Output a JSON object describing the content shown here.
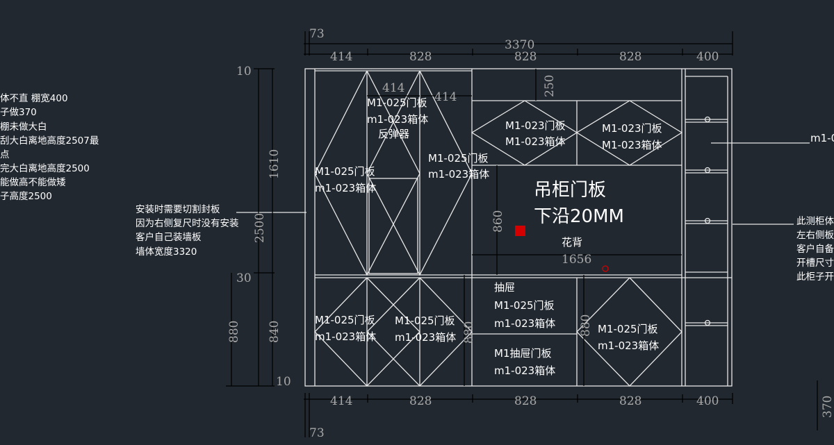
{
  "left_notes": [
    "体不直  棚宽400",
    "子做370",
    "棚未做大白",
    "刮大白离地高度2507最",
    "点",
    "完大白离地高度2500",
    "能做高不能做矮",
    "子高度2500"
  ],
  "install_notes": [
    "安装时需要切割封板",
    "因为右侧复尺时没有安装",
    "客户自己装墙板",
    "墙体宽度3320"
  ],
  "right_notes": [
    "此测柜体",
    "左右侧板",
    "客户自备",
    "开槽尺寸",
    "此柜子开"
  ],
  "right_label": "m1-0",
  "dims_top": {
    "total": "3370",
    "offset": "73",
    "widths": [
      "414",
      "828",
      "828",
      "828",
      "400"
    ],
    "sub1": "414",
    "sub2": "414",
    "h250": "250"
  },
  "dims_left": {
    "d10a": "10",
    "d1610": "1610",
    "d2500": "2500",
    "d30": "30",
    "d840": "840",
    "d880": "880",
    "d10b": "10"
  },
  "dims_inner": {
    "d860": "860",
    "d1656": "1656",
    "d880a": "880",
    "d880b": "880"
  },
  "dims_bottom": {
    "widths": [
      "414",
      "828",
      "828",
      "828",
      "400"
    ],
    "offset": "73",
    "side": "370"
  },
  "labels": {
    "door_m1025": "M1-025门板",
    "box_m1023": "m1-023箱体",
    "rebound": "反弹器",
    "hang_door": "吊柜门板",
    "lower_edge": "下沿20MM",
    "flower_back": "花背",
    "drawer": "抽屉",
    "drawer_overlap1": "M1-025门板",
    "drawer_overlap2": "M1抽屉门板",
    "m1023_upper": "M1-023门板",
    "m1023_box": "M1-023箱体"
  },
  "colors": {
    "background": "#212830",
    "line": "#e8e8e8",
    "dim": "#a8a8a8",
    "marker": "#d40000"
  }
}
